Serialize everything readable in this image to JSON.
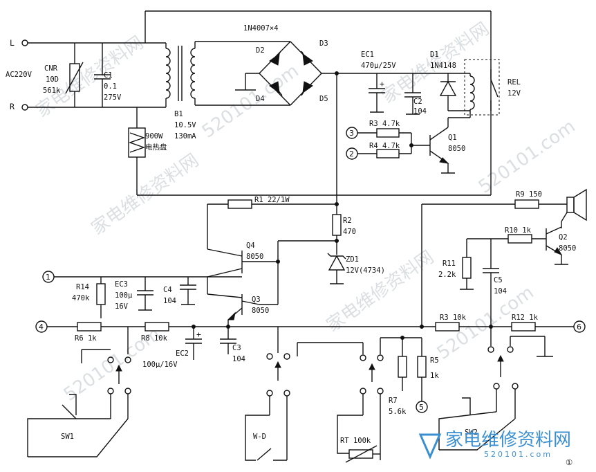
{
  "labels": {
    "L": "L",
    "R": "R",
    "ac": "AC220V",
    "cnr1": "CNR",
    "cnr2": "10D",
    "cnr3": "561k",
    "c1a": "C1",
    "c1b": "0.1",
    "c1c": "275V",
    "b1a": "B1",
    "b1b": "10.5V",
    "b1c": "130mA",
    "heater1": "900W",
    "heater2": "电热盘",
    "bridge": "1N4007×4",
    "d2": "D2",
    "d3": "D3",
    "d4": "D4",
    "d5": "D5",
    "ec1a": "EC1",
    "ec1b": "470μ/25V",
    "c2a": "C2",
    "c2b": "104",
    "d1a": "D1",
    "d1b": "1N4148",
    "rel1": "REL",
    "rel2": "12V",
    "r3top": "R3 4.7k",
    "r4": "R4 4.7k",
    "q1a": "Q1",
    "q1b": "8050",
    "r1": "R1 22/1W",
    "r2a": "R2",
    "r2b": "470",
    "zd1a": "ZD1",
    "zd1b": "12V(4734)",
    "q4a": "Q4",
    "q4b": "8050",
    "q3a": "Q3",
    "q3b": "8050",
    "r14a": "R14",
    "r14b": "470k",
    "ec3a": "EC3",
    "ec3b": "100μ",
    "ec3c": "16V",
    "c4a": "C4",
    "c4b": "104",
    "r6": "R6 1k",
    "r8": "R8 10k",
    "ec2a": "EC2",
    "ec2b": "100μ/16V",
    "c3a": "C3",
    "c3b": "104",
    "r5a": "R5",
    "r5b": "1k",
    "r7a": "R7",
    "r7b": "5.6k",
    "rt": "RT 100k",
    "wd": "W-D",
    "sw1": "SW1",
    "sw2": "SW2",
    "r9": "R9 150",
    "r10": "R10 1k",
    "q2a": "Q2",
    "q2b": "8050",
    "r11a": "R11",
    "r11b": "2.2k",
    "c5a": "C5",
    "c5b": "104",
    "r3b": "R3 10k",
    "r12": "R12 1k",
    "t1": "1",
    "t2": "2",
    "t3": "3",
    "t4": "4",
    "t5": "5",
    "t6": "6",
    "fig": "①"
  },
  "watermark": {
    "brand": "家电维修资料网",
    "site": "520101.com"
  }
}
